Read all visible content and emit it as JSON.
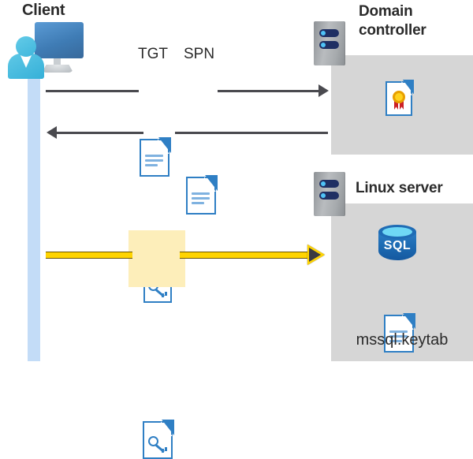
{
  "diagram": {
    "title": "Kerberos authentication flow for SQL Server on Linux",
    "type": "sequence-diagram"
  },
  "actors": {
    "client": {
      "label": "Client",
      "icon": "client-workstation-icon"
    },
    "domain_controller": {
      "label": "Domain\ncontroller",
      "label_line1": "Domain",
      "label_line2": "controller",
      "icon": "server-rack-icon",
      "contents": [
        {
          "icon": "certificate-document-icon",
          "label": ""
        }
      ]
    },
    "linux_server": {
      "label": "Linux server",
      "icon": "server-rack-icon",
      "contents": [
        {
          "icon": "sql-database-icon",
          "label": "SQL"
        },
        {
          "icon": "keytab-document-icon",
          "label": "mssql.keytab"
        }
      ]
    }
  },
  "messages": [
    {
      "id": "request",
      "direction": "client-to-dc",
      "artifacts": [
        {
          "label": "TGT",
          "icon": "document-icon"
        },
        {
          "label": "SPN",
          "icon": "document-icon"
        }
      ],
      "arrow": "gray-arrow-right"
    },
    {
      "id": "response",
      "direction": "dc-to-client",
      "artifacts": [
        {
          "label": "",
          "icon": "key-document-icon"
        }
      ],
      "arrow": "gray-arrow-left"
    },
    {
      "id": "service-ticket",
      "direction": "client-to-linux",
      "highlighted": true,
      "artifacts": [
        {
          "label": "",
          "icon": "key-document-icon"
        }
      ],
      "arrow": "yellow-arrow-right"
    }
  ],
  "labels": {
    "client_title": "Client",
    "dc_title_line1": "Domain",
    "dc_title_line2": "controller",
    "linux_title": "Linux server",
    "tgt": "TGT",
    "spn": "SPN",
    "sql": "SQL",
    "keytab": "mssql.keytab"
  },
  "colors": {
    "panel_gray": "#d6d6d6",
    "lifeline_blue": "#c3dcf7",
    "doc_blue": "#2f7fc4",
    "arrow_gray": "#4a4a4f",
    "arrow_yellow": "#ffd400",
    "highlight_yellow": "#fdeeba",
    "title_text": "#2b2b2b",
    "sql_blue": "#1f6cb5",
    "cert_gold": "#ffd21e",
    "cert_red": "#cc2026",
    "server_navy": "#1f2f63",
    "background": "#ffffff"
  }
}
